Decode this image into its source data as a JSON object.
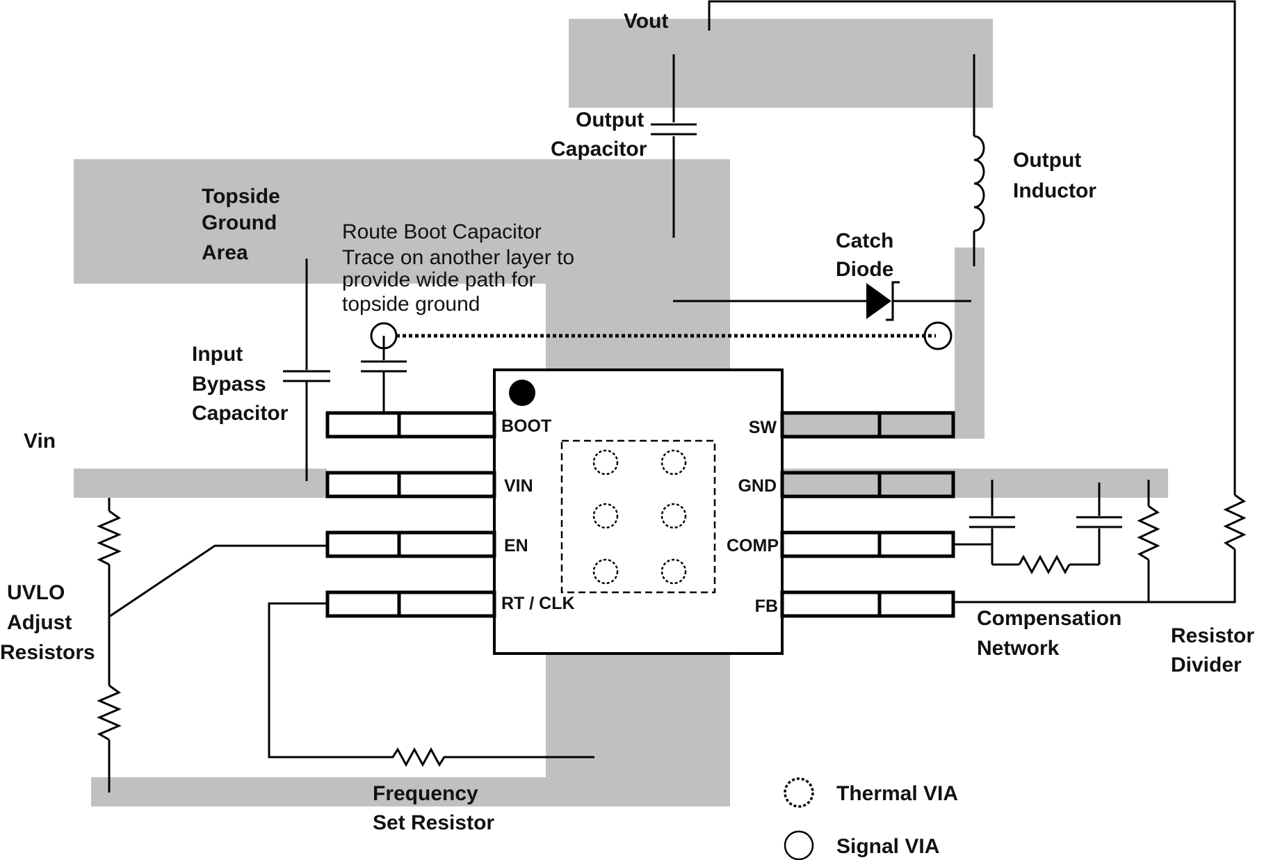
{
  "labels": {
    "vout": "Vout",
    "vin": "Vin",
    "output_capacitor": [
      "Output",
      "Capacitor"
    ],
    "output_inductor": [
      "Output",
      "Inductor"
    ],
    "topside_ground": [
      "Topside",
      "Ground",
      "Area"
    ],
    "route_boot": [
      "Route Boot Capacitor",
      "Trace on another layer to",
      "provide wide path for",
      "topside ground"
    ],
    "catch_diode": [
      "Catch",
      "Diode"
    ],
    "input_bypass": [
      "Input",
      "Bypass",
      "Capacitor"
    ],
    "uvlo": [
      "UVLO",
      "Adjust",
      "Resistors"
    ],
    "frequency_set": [
      "Frequency",
      "Set Resistor"
    ],
    "compensation": [
      "Compensation",
      "Network"
    ],
    "resistor_divider": [
      "Resistor",
      "Divider"
    ]
  },
  "pins": {
    "left": [
      "BOOT",
      "VIN",
      "EN",
      "RT / CLK"
    ],
    "right": [
      "SW",
      "GND",
      "COMP",
      "FB"
    ]
  },
  "legend": {
    "thermal_via": "Thermal VIA",
    "signal_via": "Signal VIA"
  },
  "colors": {
    "copper_area": "#c0c0c0",
    "trace": "#000000",
    "background": "#ffffff"
  }
}
